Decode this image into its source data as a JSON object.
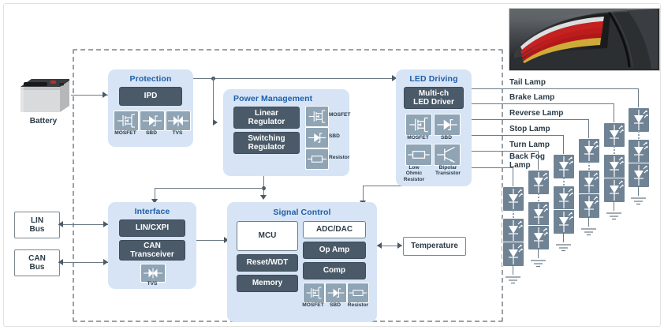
{
  "diagram": {
    "title": "Automotive Rear Lamp / LED Lighting System Block Diagram",
    "accent_color": "#1f5fa9",
    "panel_color": "#d6e4f5",
    "block_color": "#4a5a68",
    "boundary_style": "dashed"
  },
  "inputs": {
    "battery": {
      "label": "Battery",
      "icon": "battery-icon"
    },
    "lin_bus": {
      "label": "LIN\nBus"
    },
    "can_bus": {
      "label": "CAN\nBus"
    },
    "temperature": {
      "label": "Temperature"
    }
  },
  "groups": [
    {
      "id": "protection",
      "title": "Protection",
      "blocks": [
        {
          "label": "IPD",
          "style": "dark"
        }
      ],
      "components": [
        {
          "label": "MOSFET",
          "icon": "mosfet-icon"
        },
        {
          "label": "SBD",
          "icon": "sbd-icon"
        },
        {
          "label": "TVS",
          "icon": "tvs-icon"
        }
      ]
    },
    {
      "id": "power-management",
      "title": "Power Management",
      "blocks": [
        {
          "label": "Linear\nRegulator",
          "style": "dark"
        },
        {
          "label": "Switching\nRegulator",
          "style": "dark"
        }
      ],
      "components": [
        {
          "label": "MOSFET",
          "icon": "mosfet-icon"
        },
        {
          "label": "SBD",
          "icon": "sbd-icon"
        },
        {
          "label": "Resistor",
          "icon": "resistor-icon"
        }
      ]
    },
    {
      "id": "led-driving",
      "title": "LED Driving",
      "blocks": [
        {
          "label": "Multi-ch\nLED Driver",
          "style": "dark"
        }
      ],
      "components": [
        {
          "label": "MOSFET",
          "icon": "mosfet-icon"
        },
        {
          "label": "SBD",
          "icon": "sbd-icon"
        },
        {
          "label": "Low\nOhmic\nResistor",
          "icon": "resistor-icon"
        },
        {
          "label": "Bipolar\nTransistor",
          "icon": "bjt-icon"
        }
      ]
    },
    {
      "id": "interface",
      "title": "Interface",
      "blocks": [
        {
          "label": "LIN/CXPI",
          "style": "dark"
        },
        {
          "label": "CAN\nTransceiver",
          "style": "dark"
        }
      ],
      "components": [
        {
          "label": "TVS",
          "icon": "tvs-icon"
        }
      ]
    },
    {
      "id": "signal-control",
      "title": "Signal Control",
      "blocks": [
        {
          "label": "MCU",
          "style": "light"
        },
        {
          "label": "ADC/DAC",
          "style": "light"
        },
        {
          "label": "Op Amp",
          "style": "dark"
        },
        {
          "label": "Reset/WDT",
          "style": "dark"
        },
        {
          "label": "Comp",
          "style": "dark"
        },
        {
          "label": "Memory",
          "style": "dark"
        }
      ],
      "components": [
        {
          "label": "MOSFET",
          "icon": "mosfet-icon"
        },
        {
          "label": "SBD",
          "icon": "sbd-icon"
        },
        {
          "label": "Resistor",
          "icon": "resistor-icon"
        }
      ]
    }
  ],
  "outputs": {
    "lamps": [
      {
        "label": "Tail Lamp",
        "led_count": 3
      },
      {
        "label": "Brake Lamp",
        "led_count": 3
      },
      {
        "label": "Reverse Lamp",
        "led_count": 3
      },
      {
        "label": "Stop Lamp",
        "led_count": 3
      },
      {
        "label": "Turn Lamp",
        "led_count": 3
      },
      {
        "label": "Back Fog\nLamp",
        "led_count": 3
      }
    ]
  },
  "photo": {
    "caption": "rear-tail-lamp-photo",
    "description": "Car rear tail lamp with red and amber LED light bars"
  }
}
